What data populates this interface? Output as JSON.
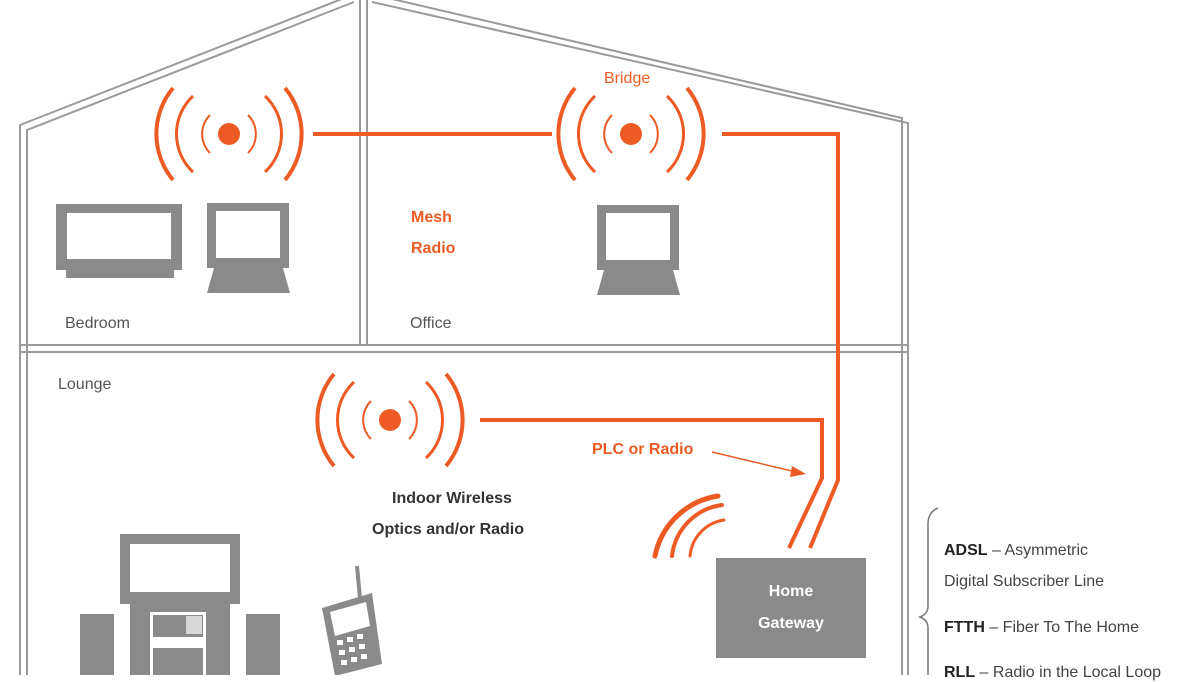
{
  "colors": {
    "accent": "#ee5a24",
    "device_gray": "#8a8a8a",
    "wall_gray": "#9a9a9a",
    "text_gray": "#555555"
  },
  "rooms": {
    "bedroom": "Bedroom",
    "office": "Office",
    "lounge": "Lounge"
  },
  "labels": {
    "bridge": "Bridge",
    "mesh_line1": "Mesh",
    "mesh_line2": "Radio",
    "plc": "PLC or Radio",
    "indoor_line1": "Indoor Wireless",
    "indoor_line2": "Optics and/or Radio",
    "gateway_line1": "Home",
    "gateway_line2": "Gateway"
  },
  "legend": [
    {
      "abbr": "ADSL",
      "text": " – Asymmetric",
      "line2": "Digital Subscriber Line"
    },
    {
      "abbr": "FTTH",
      "text": " – Fiber To The Home"
    },
    {
      "abbr": "RLL",
      "text": " – Radio in the Local Loop"
    }
  ],
  "icons": [
    "wireless-node-icon",
    "tv-icon",
    "computer-monitor-icon",
    "home-theater-icon",
    "cordless-phone-icon"
  ]
}
